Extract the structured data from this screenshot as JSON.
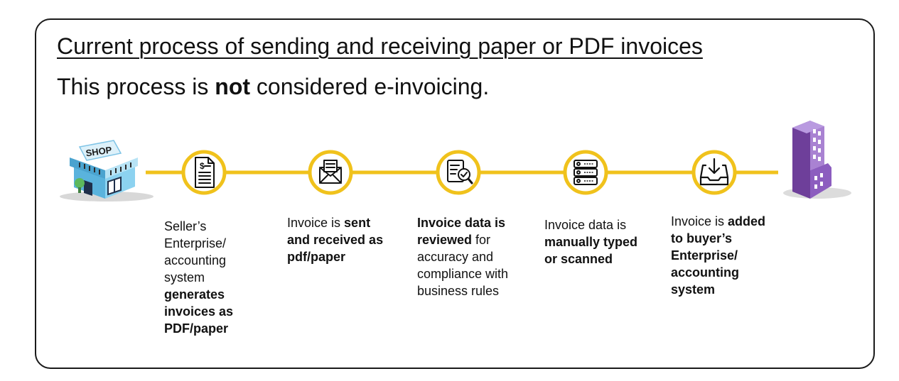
{
  "title": "Current process of sending and receiving paper or PDF invoices",
  "subtitle": {
    "before": "This process is ",
    "emphasis": "not",
    "after": " considered e-invoicing."
  },
  "seller_sign": "SHOP",
  "colors": {
    "accent": "#F0C21C",
    "frame": "#1A1A1A",
    "shop_blue": "#6FC3E8",
    "shop_roof": "#CFEAF6",
    "building_purple": "#9B6BC6"
  },
  "steps": [
    {
      "icon": "document-dollar-icon",
      "parts": [
        {
          "t": "Seller’s",
          "b": false
        },
        {
          "t": "Enterprise/",
          "b": false
        },
        {
          "t": "accounting",
          "b": false
        },
        {
          "t": "system",
          "b": false
        },
        {
          "t": "generates",
          "b": true
        },
        {
          "t": "invoices as",
          "b": true
        },
        {
          "t": "PDF/paper",
          "b": true
        }
      ]
    },
    {
      "icon": "envelope-icon",
      "parts": [
        {
          "t": "Invoice is ",
          "b": false
        },
        {
          "t": "sent",
          "b": true
        },
        {
          "t": "and received as",
          "b": true
        },
        {
          "t": "pdf/paper",
          "b": true
        }
      ]
    },
    {
      "icon": "document-review-icon",
      "parts": [
        {
          "t": "Invoice data is",
          "b": true
        },
        {
          "t": "reviewed",
          "b": true
        },
        {
          "t": " for",
          "b": false
        },
        {
          "t": "accuracy and",
          "b": false
        },
        {
          "t": "compliance with",
          "b": false
        },
        {
          "t": "business rules",
          "b": false
        }
      ]
    },
    {
      "icon": "server-stack-icon",
      "parts": [
        {
          "t": "Invoice data is",
          "b": false
        },
        {
          "t": "manually typed",
          "b": true
        },
        {
          "t": "or scanned",
          "b": true
        }
      ]
    },
    {
      "icon": "inbox-download-icon",
      "parts": [
        {
          "t": "Invoice is ",
          "b": false
        },
        {
          "t": "added",
          "b": true
        },
        {
          "t": "to buyer’s",
          "b": true
        },
        {
          "t": "Enterprise/",
          "b": true
        },
        {
          "t": "accounting",
          "b": true
        },
        {
          "t": "system",
          "b": true
        }
      ]
    }
  ]
}
